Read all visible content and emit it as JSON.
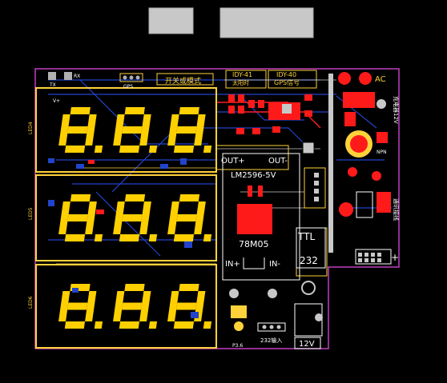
{
  "board": {
    "colors": {
      "background": "#000000",
      "outline": "#c040c0",
      "display_frame": "#ffd23a",
      "segment": "#ffd000",
      "copper_red": "#ff1a1a",
      "copper_blue": "#2244cc",
      "silk_white": "#ffffff",
      "silk_yellow": "#ffd23a",
      "pad_gray": "#b0b0b0",
      "pad_top": "#c8c8c8"
    },
    "displays": [
      {
        "id": "LED4",
        "digits": "8.8.8."
      },
      {
        "id": "LED5",
        "digits": "8.8.8."
      },
      {
        "id": "LED6",
        "digits": "8.8.8."
      }
    ],
    "labels": {
      "regulator": "LM2596-5V",
      "linear_regulator": "78M05",
      "in_plus": "IN+",
      "in_minus": "IN-",
      "out_plus": "OUT+",
      "out_minus": "OUT-",
      "ttl": "TTL",
      "rs232": "232",
      "supply": "12V",
      "ac": "AC",
      "plus": "+",
      "gps": "GPS",
      "rx": "RX",
      "tx": "TX",
      "v_plus": "V+",
      "idy40": "IDY-40",
      "idy41": "IDY-41",
      "gps_signal": "GPS信号",
      "sat_time": "太阳时",
      "switch_mode": "开关或模式",
      "input_232": "232输入",
      "p36": "P3.6",
      "led4": "LED4",
      "led5": "LED5",
      "led6": "LED6",
      "npn": "NPN",
      "charge": "充电器12V",
      "comms": "通讯接线"
    }
  }
}
